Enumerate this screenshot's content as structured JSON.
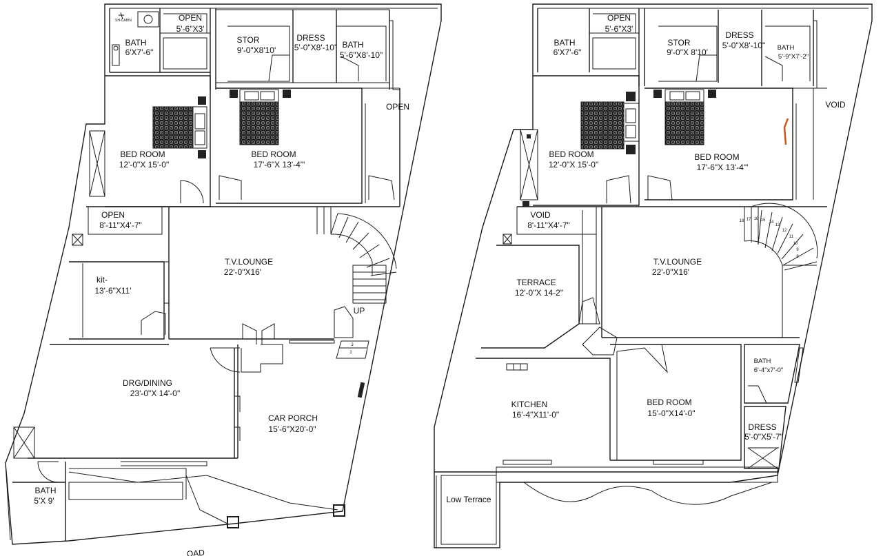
{
  "left_plan": {
    "rooms": [
      {
        "id": "bath-1",
        "name": "BATH",
        "dim": "6'X7'-6\""
      },
      {
        "id": "open-1",
        "name": "OPEN",
        "dim": "5'-6\"X3'"
      },
      {
        "id": "stor",
        "name": "STOR",
        "dim": "9'-0\"X8'10'"
      },
      {
        "id": "dress",
        "name": "DRESS",
        "dim": "5'-0\"X8'-10\""
      },
      {
        "id": "bath-2",
        "name": "BATH",
        "dim": "5'-6\"X8'-10\""
      },
      {
        "id": "open-2",
        "name": "OPEN",
        "dim": ""
      },
      {
        "id": "bed-1",
        "name": "BED ROOM",
        "dim": "12'-0\"X 15'-0\""
      },
      {
        "id": "bed-2",
        "name": "BED ROOM",
        "dim": "17'-6\"X 13'-4\"'"
      },
      {
        "id": "open-3",
        "name": "OPEN",
        "dim": "8'-11\"X4'-7\""
      },
      {
        "id": "kit",
        "name": "kit-",
        "dim": "13'-6\"X11'"
      },
      {
        "id": "lounge",
        "name": "T.V.LOUNGE",
        "dim": "22'-0\"X16'"
      },
      {
        "id": "dining",
        "name": "DRG/DINING",
        "dim": "23'-0\"X 14'-0\""
      },
      {
        "id": "porch",
        "name": "CAR PORCH",
        "dim": "15'-6\"X20'-0\""
      },
      {
        "id": "bath-3",
        "name": "BATH",
        "dim": "5'X 9'"
      }
    ],
    "shower_cabin": "SH-CABIN",
    "stair_up": "UP",
    "stair_steps": [
      "3",
      "2"
    ],
    "road": "OAD"
  },
  "right_plan": {
    "rooms": [
      {
        "id": "bath-1",
        "name": "BATH",
        "dim": "6'X7'-6\""
      },
      {
        "id": "open-1",
        "name": "OPEN",
        "dim": "5'-6\"X3'"
      },
      {
        "id": "stor",
        "name": "STOR",
        "dim": "9'-0\"X 8'10'"
      },
      {
        "id": "dress",
        "name": "DRESS",
        "dim": "5'-0\"X8'-10\""
      },
      {
        "id": "bath-2",
        "name": "BATH",
        "dim": "5'-9\"X7'-2\""
      },
      {
        "id": "void-1",
        "name": "VOID",
        "dim": ""
      },
      {
        "id": "bed-1",
        "name": "BED ROOM",
        "dim": "12'-0\"X 15'-0\""
      },
      {
        "id": "bed-2",
        "name": "BED ROOM",
        "dim": "17'-6\"X 13'-4\"'"
      },
      {
        "id": "void-2",
        "name": "VOID",
        "dim": "8'-11\"X4'-7\""
      },
      {
        "id": "terrace",
        "name": "TERRACE",
        "dim": "12'-0\"X 14-2\""
      },
      {
        "id": "lounge",
        "name": "T.V.LOUNGE",
        "dim": "22'-0\"X16'"
      },
      {
        "id": "bath-3",
        "name": "BATH",
        "dim": "6'-4\"x7'-0\""
      },
      {
        "id": "kitchen",
        "name": "KITCHEN",
        "dim": "16'-4\"X11'-0\""
      },
      {
        "id": "bed-3",
        "name": "BED ROOM",
        "dim": "15'-0\"X14'-0\""
      },
      {
        "id": "dress-2",
        "name": "DRESS",
        "dim": "5'-0\"X5'-7\""
      },
      {
        "id": "low-terrace",
        "name": "Low Terrace",
        "dim": ""
      }
    ],
    "stair_steps": [
      "18",
      "17",
      "16",
      "15",
      "14",
      "13",
      "12",
      "11",
      "10",
      "9",
      "8"
    ]
  }
}
